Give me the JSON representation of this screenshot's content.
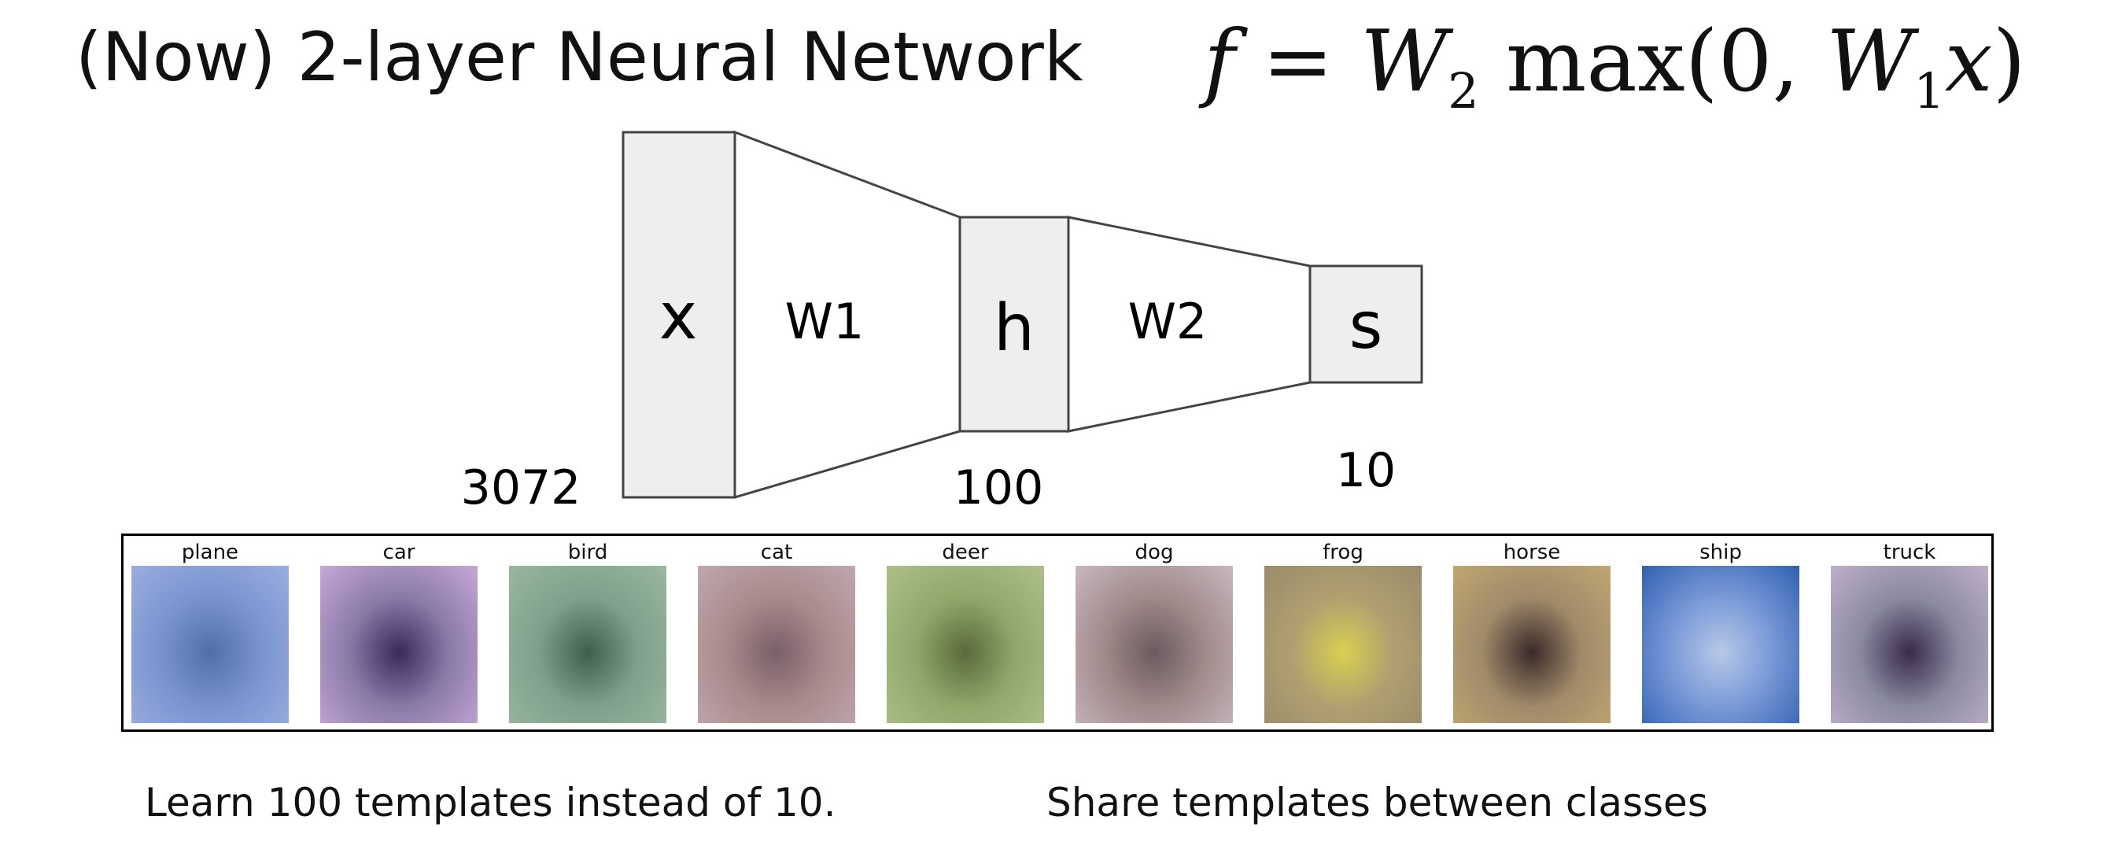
{
  "title": "(Now) 2-layer Neural Network",
  "formula": {
    "f": "f",
    "eq": " = ",
    "w2": "W",
    "w2_sub": "2",
    "max": " max",
    "args_open": "(0, ",
    "w1": "W",
    "w1_sub": "1",
    "x": "x",
    "args_close": ")"
  },
  "network": {
    "nodes": [
      {
        "name": "x",
        "label": "x",
        "size": "3072"
      },
      {
        "name": "h",
        "label": "h",
        "size": "100"
      },
      {
        "name": "s",
        "label": "s",
        "size": "10"
      }
    ],
    "weights": [
      {
        "name": "w1",
        "label": "W1"
      },
      {
        "name": "w2",
        "label": "W2"
      }
    ],
    "box_fill": "#eeeeee",
    "stroke": "#444444"
  },
  "templates": [
    {
      "label": "plane",
      "colors": [
        "#7a93d0",
        "#4f6fa8",
        "#9aaee0"
      ]
    },
    {
      "label": "car",
      "colors": [
        "#8a7aa8",
        "#3a2a5a",
        "#c7a9d8"
      ]
    },
    {
      "label": "bird",
      "colors": [
        "#7fa08c",
        "#3f5f4a",
        "#9bb8a0"
      ]
    },
    {
      "label": "cat",
      "colors": [
        "#a88a8a",
        "#7a5f6a",
        "#c0a8b0"
      ]
    },
    {
      "label": "deer",
      "colors": [
        "#8fa86a",
        "#5a6a3a",
        "#aec08a"
      ]
    },
    {
      "label": "dog",
      "colors": [
        "#a08a8a",
        "#6a5a5f",
        "#c8b8c0"
      ]
    },
    {
      "label": "frog",
      "colors": [
        "#b0a070",
        "#d8d050",
        "#9a8a6a"
      ]
    },
    {
      "label": "horse",
      "colors": [
        "#a08a6a",
        "#3a2a2a",
        "#c0a870"
      ]
    },
    {
      "label": "ship",
      "colors": [
        "#7a9ad8",
        "#b8c8e8",
        "#3060b0"
      ]
    },
    {
      "label": "truck",
      "colors": [
        "#8a8aa0",
        "#3a2a4a",
        "#c0b0c8"
      ]
    }
  ],
  "notes": {
    "left": "Learn 100 templates instead of 10.",
    "right": "Share templates between classes"
  }
}
